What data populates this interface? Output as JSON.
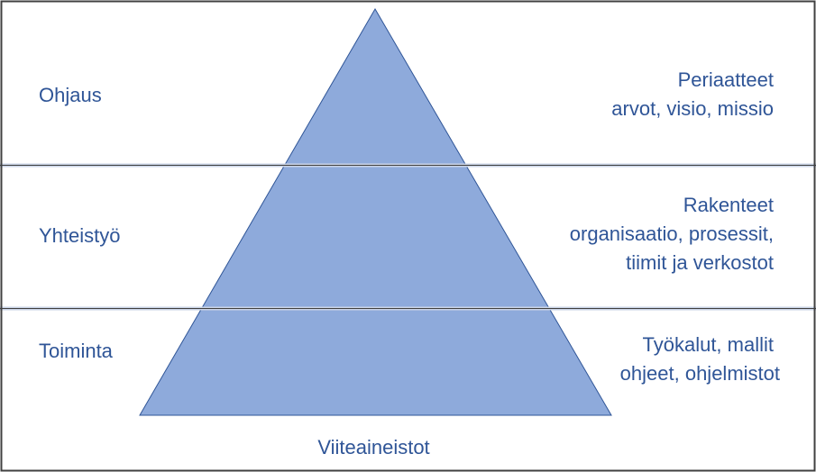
{
  "colors": {
    "text": "#2f5597",
    "pyramid_fill": "#8eaadb",
    "pyramid_stroke": "#2f5597",
    "border": "#404040"
  },
  "levels": [
    {
      "name": "Ohjaus",
      "description": [
        "Periaatteet",
        "arvot, visio, missio"
      ]
    },
    {
      "name": "Yhteistyö",
      "description": [
        "Rakenteet",
        "organisaatio, prosessit,",
        "tiimit ja verkostot"
      ]
    },
    {
      "name": "Toiminta",
      "description": [
        "Työkalut, mallit",
        "ohjeet, ohjelmistot"
      ]
    }
  ],
  "base_label": "Viiteaineistot"
}
